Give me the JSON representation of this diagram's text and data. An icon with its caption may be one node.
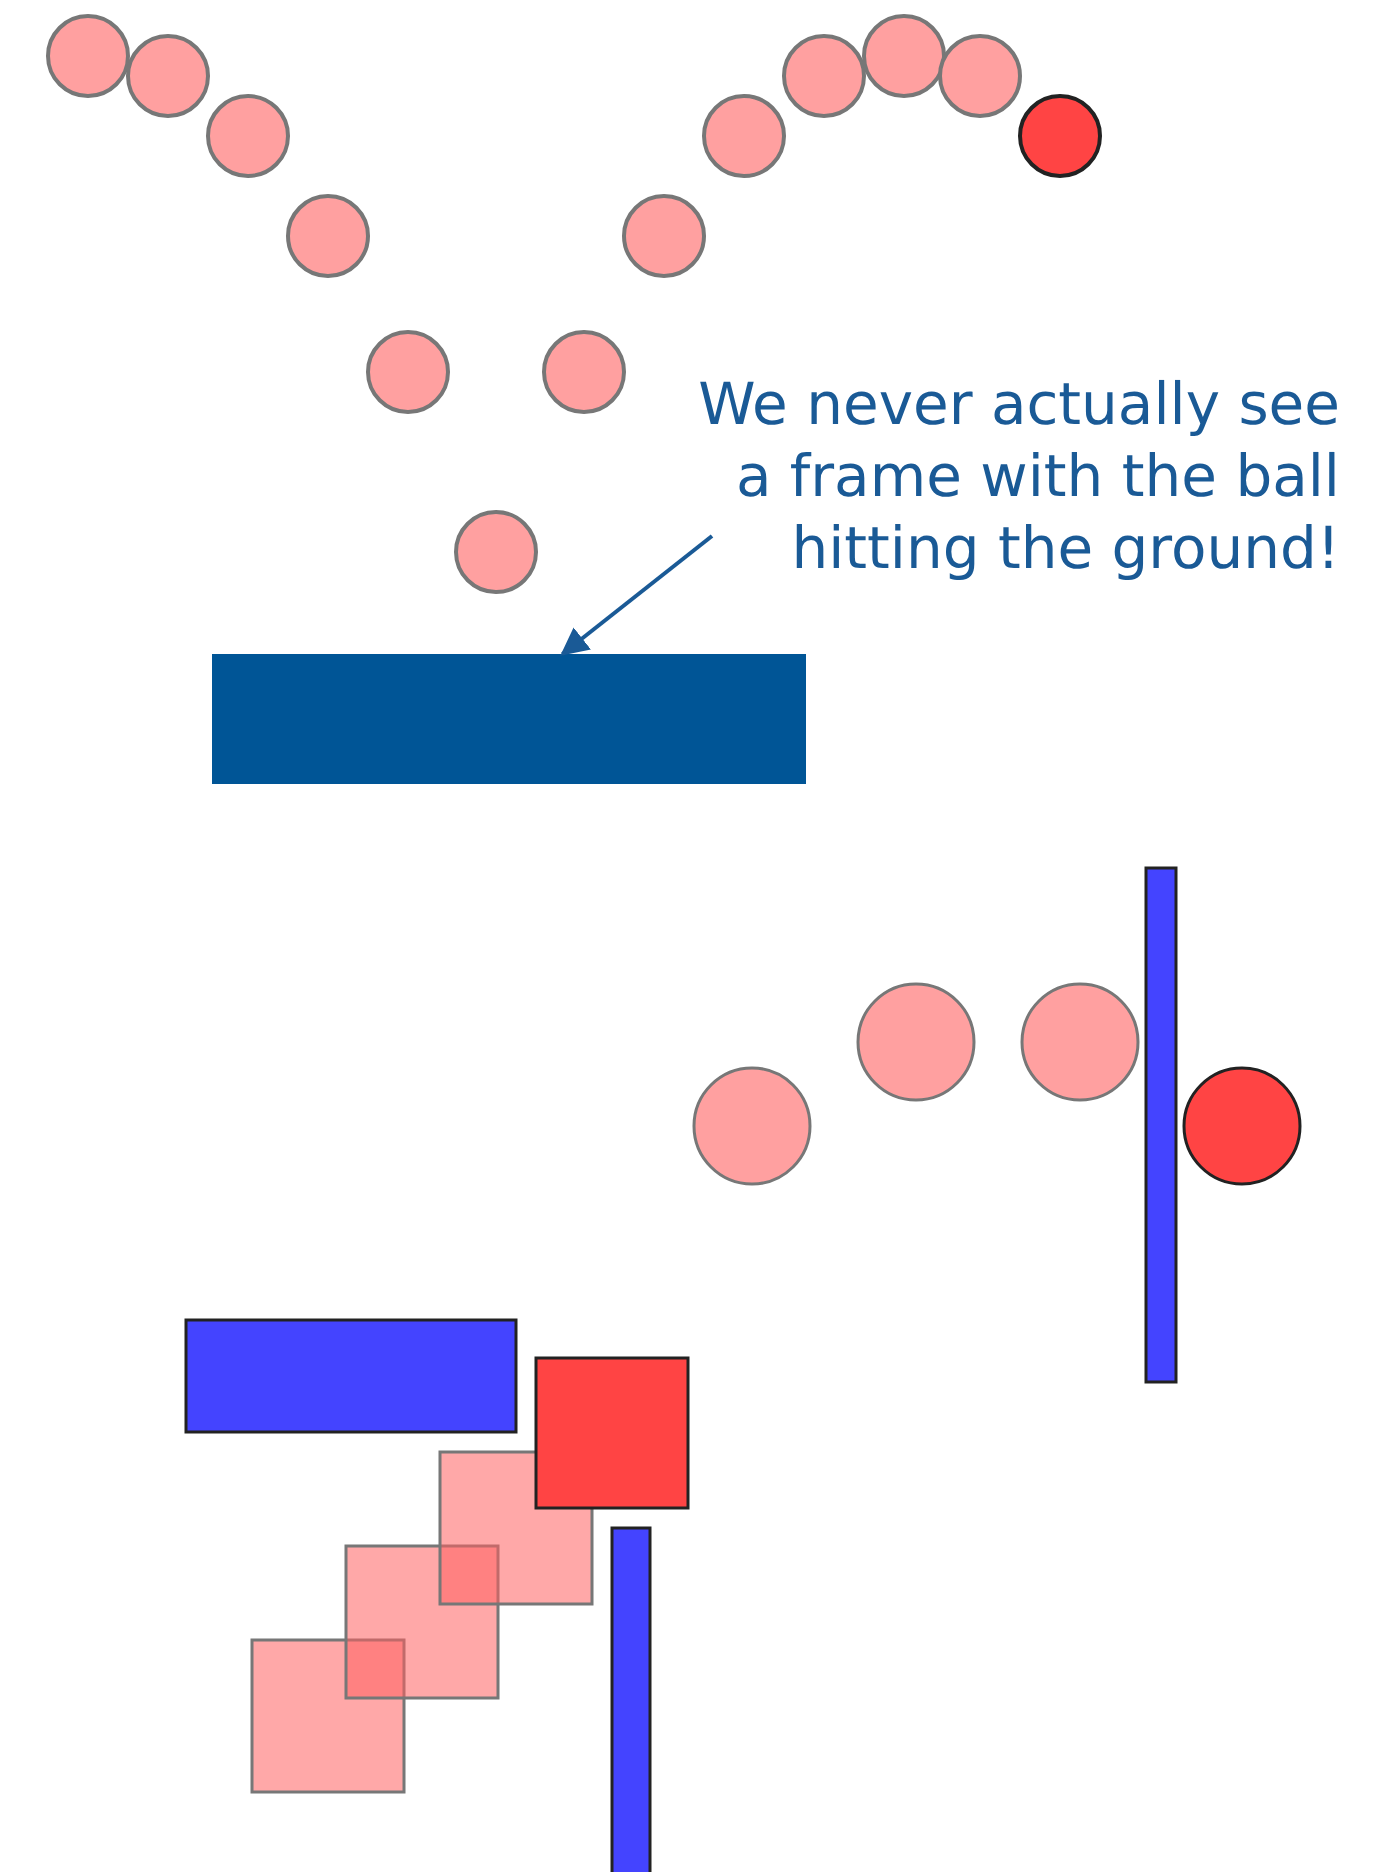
{
  "diagram": {
    "nodes": [
      {
        "text": [
          "We never actually see a frame with the ball hitting the ground!"
        ]
      },
      {
        "text": [],
        "shape": "bar"
      }
    ],
    "edges": [
      {
        "from": 0,
        "to": 1,
        "arrow": "to"
      }
    ]
  }
}
